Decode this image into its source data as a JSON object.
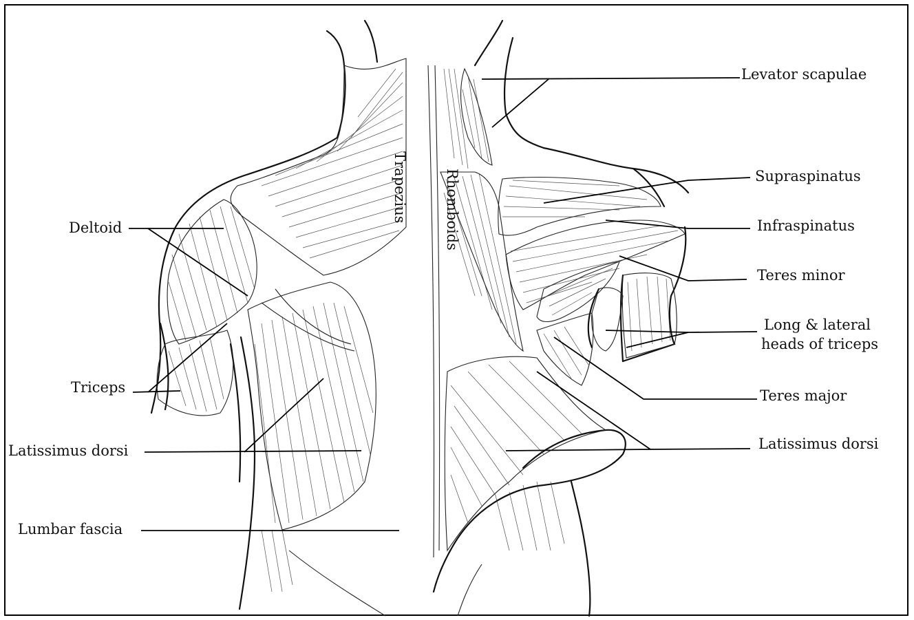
{
  "labels": {
    "left": {
      "deltoid": "Deltoid",
      "triceps": "Triceps",
      "latissimus_dorsi": "Latissimus dorsi",
      "lumbar_fascia": "Lumbar fascia"
    },
    "center": {
      "trapezius": "Trapezius",
      "rhomboids": "Rhomboids"
    },
    "right": {
      "levator_scapulae": "Levator scapulae",
      "supraspinatus": "Supraspinatus",
      "infraspinatus": "Infraspinatus",
      "teres_minor": "Teres minor",
      "triceps_heads_line1": "Long & lateral",
      "triceps_heads_line2": "heads of triceps",
      "teres_major": "Teres major",
      "latissimus_dorsi": "Latissimus dorsi"
    }
  }
}
